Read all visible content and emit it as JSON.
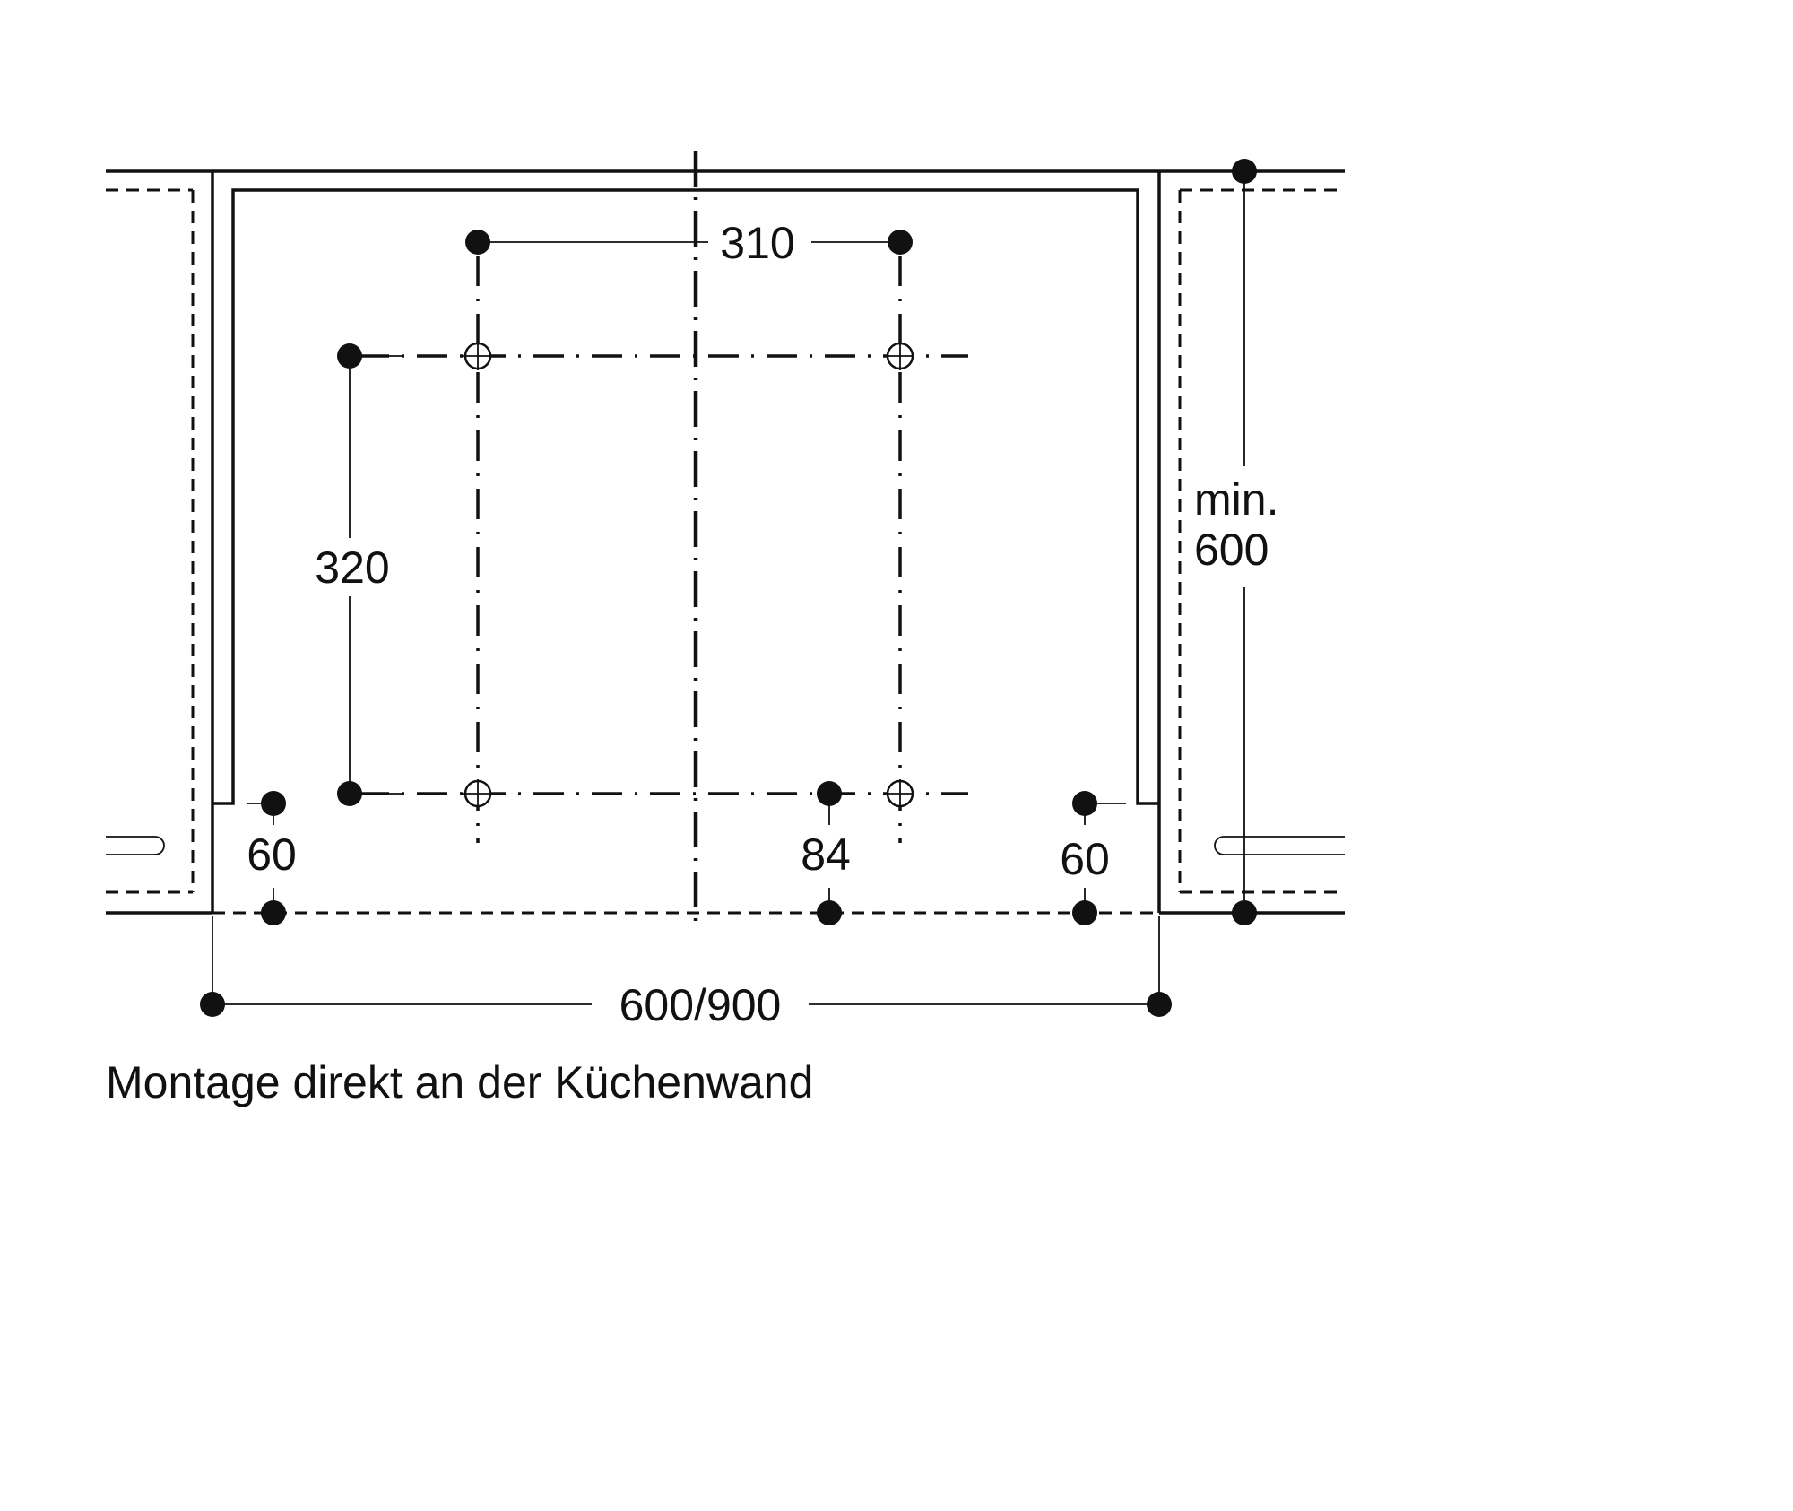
{
  "dimensions": {
    "hole_spacing_horizontal": "310",
    "hole_spacing_vertical": "320",
    "edge_offset_left": "60",
    "edge_offset_right": "60",
    "lower_hole_height": "84",
    "min_height_line1": "min.",
    "min_height_line2": "600",
    "width": "600/900"
  },
  "caption": "Montage direkt an der Küchenwand"
}
